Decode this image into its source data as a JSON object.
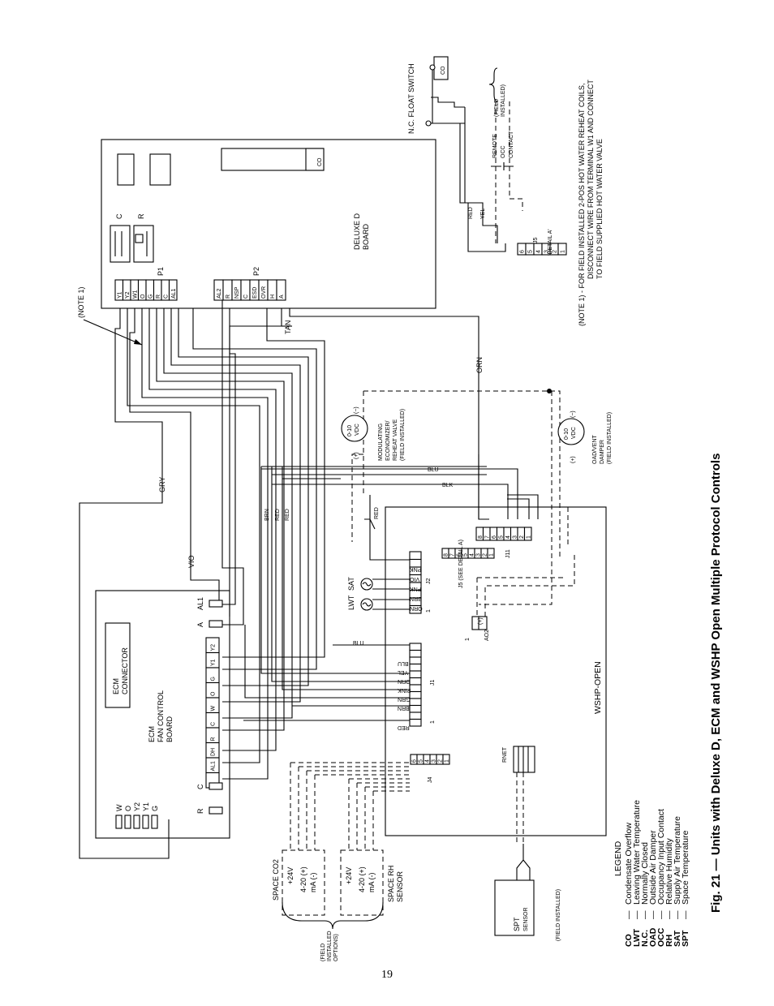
{
  "page_number": "19",
  "figure_title": "Fig. 21 — Units with Deluxe D, ECM and WSHP Open Multiple Protocol Controls",
  "note_1": {
    "marker": "(NOTE 1)",
    "lines": [
      "(NOTE 1) - FOR FIELD INSTALLED 2-POS HOT WATER REHEAT COILS,",
      "DISCONNECT WIRE FROM TERMINAL W1 AND CONNECT",
      "TO FIELD SUPPLIED HOT WATER VALVE"
    ]
  },
  "legend": {
    "title": "LEGEND",
    "items": [
      {
        "abbr": "CO",
        "desc": "Condensate Overflow"
      },
      {
        "abbr": "LWT",
        "desc": "Leaving Water Temperature"
      },
      {
        "abbr": "N.C.",
        "desc": "Normally Closed"
      },
      {
        "abbr": "OAD",
        "desc": "Outside Air Damper"
      },
      {
        "abbr": "OCC",
        "desc": "Occupancy Input Contact"
      },
      {
        "abbr": "RH",
        "desc": "Relative Humidity"
      },
      {
        "abbr": "SAT",
        "desc": "Supply Air Temperature"
      },
      {
        "abbr": "SPT",
        "desc": "Space Temperature"
      }
    ]
  },
  "deluxe_d": {
    "board_label": [
      "DELUXE D",
      "BOARD"
    ],
    "co": "CO",
    "relay_c": "C",
    "relay_r": "R",
    "p1_label": "P1",
    "p1_terms": [
      "Y1",
      "Y2",
      "W1",
      "O",
      "G",
      "R",
      "C",
      "AL1"
    ],
    "p2_label": "P2",
    "p2_terms": [
      "AL2",
      "R",
      "NSP",
      "C",
      "ESD",
      "OVR",
      "H",
      "A"
    ]
  },
  "top_right": {
    "float_switch": "N.C. FLOAT SWITCH",
    "co": "CO",
    "field_installed": [
      "(FIELD",
      "INSTALLED)"
    ],
    "remote_occ": [
      "REMOTE",
      "OCC",
      "CONTACT"
    ],
    "j5_terms": [
      "6",
      "5",
      "4",
      "3",
      "2",
      "1"
    ],
    "j5_label": "J5",
    "detail_a": "'DETAIL A'"
  },
  "ecm": {
    "board_label": [
      "ECM",
      "FAN CONTROL",
      "BOARD"
    ],
    "connector_label": [
      "ECM",
      "CONNECTOR"
    ],
    "terms": [
      "Y2",
      "Y1",
      "G",
      "O",
      "W",
      "C",
      "R",
      "DH",
      "AL1",
      "A"
    ],
    "side_terms": [
      "W",
      "O",
      "Y2",
      "Y1",
      "G"
    ],
    "r_label": "R",
    "c_label": "C",
    "a_label": "A",
    "al1_label": "AL1"
  },
  "wshp": {
    "label": "WSHP-OPEN",
    "j1_label": "J1",
    "j1_wires": [
      "BLU",
      "YEL",
      "ORN",
      "PINK",
      "GRN",
      "BRN",
      "RED"
    ],
    "j1_one": "1",
    "j2_label": "J2",
    "j2_wires": [
      "PNK",
      "VIO",
      "PNK",
      "BRN",
      "ORN"
    ],
    "j2_one": "1",
    "j5_label": "J5 (SEE DETAIL A)",
    "j5_terms": [
      "8",
      "7",
      "6",
      "5",
      "4",
      "3",
      "2",
      "1"
    ],
    "j11_label": "J11",
    "j11_terms": [
      "8",
      "7",
      "6",
      "5",
      "4",
      "3",
      "2",
      "1"
    ],
    "ao2_label": "AO2",
    "ao2_plus": "(+)",
    "ao2_one": "1",
    "j4_label": "J4",
    "j4_terms": [
      "6",
      "5",
      "4",
      "3",
      "2",
      "1"
    ],
    "rnet": "RNET",
    "sat": "SAT",
    "lwt": "LWT"
  },
  "wires": {
    "gry": "GRY",
    "vio": "VIO",
    "tan": "TAN",
    "orn": "ORN",
    "red": "RED",
    "yel": "YEL",
    "brn": "BRN",
    "red2": "RED",
    "red3": "RED",
    "blu": "BLU",
    "blk": "BLK",
    "blu2": "BLU",
    "red4": "RED"
  },
  "devices": {
    "economizer": [
      "MODULATING",
      "ECONOMIZER/",
      "REHEAT VALVE"
    ],
    "economizer_field": "(FIELD INSTALLED)",
    "damper": [
      "OAD/VENT",
      "DAMPER"
    ],
    "damper_field": "(FIELD INSTALLED)",
    "vdc_top": "0-10",
    "vdc_bottom": "VDC",
    "plus": "(+)",
    "minus": "(−)"
  },
  "sensors": {
    "co2_label": "SPACE CO2",
    "rh_label": [
      "SPACE RH",
      "SENSOR"
    ],
    "plus24": "+24V",
    "ma_top": "4-20 (+)",
    "ma_bot": "mA (-)",
    "options": [
      "(FIELD",
      "INSTALLED",
      "OPTIONS)"
    ],
    "spt": "SPT",
    "spt_sub": "SENSOR",
    "spt_field": "(FIELD INSTALLED)"
  }
}
